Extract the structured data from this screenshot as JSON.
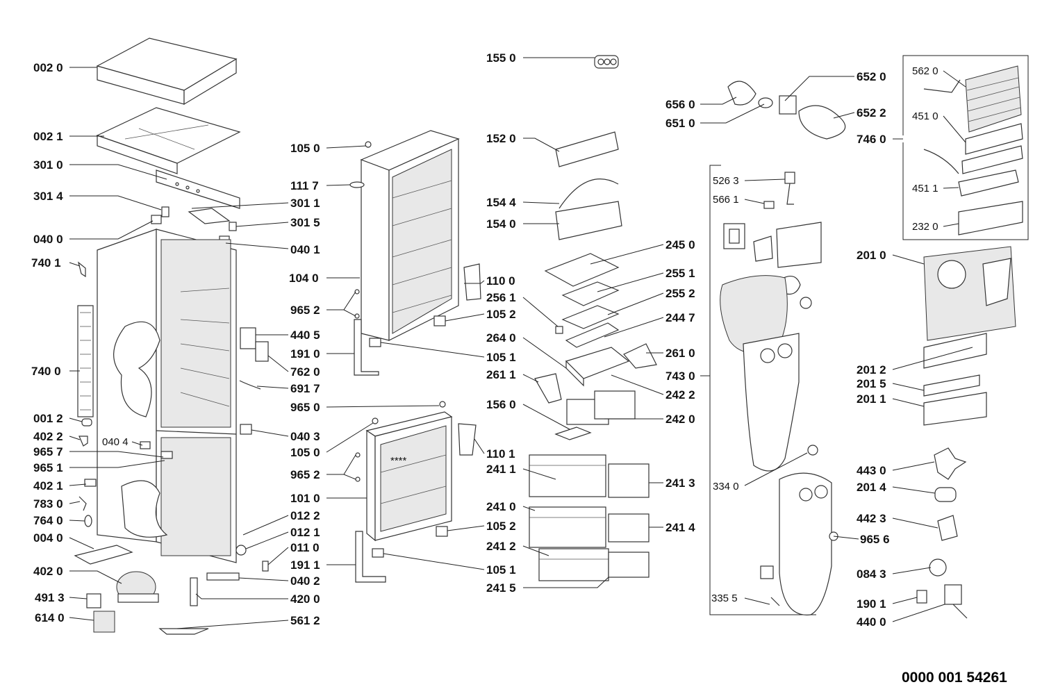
{
  "document_number": "0000 001 54261",
  "labels": [
    {
      "id": "p0020",
      "text": "002 0"
    },
    {
      "id": "p0021",
      "text": "002 1"
    },
    {
      "id": "p3010",
      "text": "301 0"
    },
    {
      "id": "p3014",
      "text": "301 4"
    },
    {
      "id": "p3011",
      "text": "301 1"
    },
    {
      "id": "p3015",
      "text": "301 5"
    },
    {
      "id": "p0400",
      "text": "040 0"
    },
    {
      "id": "p0401",
      "text": "040 1"
    },
    {
      "id": "p7401",
      "text": "740 1"
    },
    {
      "id": "p7400",
      "text": "740 0"
    },
    {
      "id": "p0012",
      "text": "001 2"
    },
    {
      "id": "p4022",
      "text": "402 2"
    },
    {
      "id": "p0404",
      "text": "040 4"
    },
    {
      "id": "p9657",
      "text": "965 7"
    },
    {
      "id": "p9651",
      "text": "965 1"
    },
    {
      "id": "p4021",
      "text": "402 1"
    },
    {
      "id": "p7830",
      "text": "783 0"
    },
    {
      "id": "p7640",
      "text": "764 0"
    },
    {
      "id": "p0040",
      "text": "004 0"
    },
    {
      "id": "p4020",
      "text": "402 0"
    },
    {
      "id": "p4913",
      "text": "491 3"
    },
    {
      "id": "p6140",
      "text": "614 0"
    },
    {
      "id": "p1050a",
      "text": "105 0"
    },
    {
      "id": "p1117",
      "text": "111 7"
    },
    {
      "id": "p1040",
      "text": "104 0"
    },
    {
      "id": "p9652a",
      "text": "965 2"
    },
    {
      "id": "p4405",
      "text": "440 5"
    },
    {
      "id": "p1910",
      "text": "191 0"
    },
    {
      "id": "p7620",
      "text": "762 0"
    },
    {
      "id": "p6917",
      "text": "691 7"
    },
    {
      "id": "p9650",
      "text": "965 0"
    },
    {
      "id": "p0403",
      "text": "040 3"
    },
    {
      "id": "p1050b",
      "text": "105 0"
    },
    {
      "id": "p9652b",
      "text": "965 2"
    },
    {
      "id": "p1010",
      "text": "101 0"
    },
    {
      "id": "p0122",
      "text": "012 2"
    },
    {
      "id": "p0121",
      "text": "012 1"
    },
    {
      "id": "p0110",
      "text": "011 0"
    },
    {
      "id": "p1911",
      "text": "191 1"
    },
    {
      "id": "p0402",
      "text": "040 2"
    },
    {
      "id": "p4200",
      "text": "420 0"
    },
    {
      "id": "p5612",
      "text": "561 2"
    },
    {
      "id": "p1100",
      "text": "110 0"
    },
    {
      "id": "p1052a",
      "text": "105 2"
    },
    {
      "id": "p1051a",
      "text": "105 1"
    },
    {
      "id": "p1101",
      "text": "110 1"
    },
    {
      "id": "p1052b",
      "text": "105 2"
    },
    {
      "id": "p1051b",
      "text": "105 1"
    },
    {
      "id": "p1550",
      "text": "155 0"
    },
    {
      "id": "p1520",
      "text": "152 0"
    },
    {
      "id": "p1544",
      "text": "154 4"
    },
    {
      "id": "p1540",
      "text": "154 0"
    },
    {
      "id": "p2450",
      "text": "245 0"
    },
    {
      "id": "p2551",
      "text": "255 1"
    },
    {
      "id": "p2561",
      "text": "256 1"
    },
    {
      "id": "p2552",
      "text": "255 2"
    },
    {
      "id": "p2447",
      "text": "244 7"
    },
    {
      "id": "p2640",
      "text": "264 0"
    },
    {
      "id": "p2610",
      "text": "261 0"
    },
    {
      "id": "p2611",
      "text": "261 1"
    },
    {
      "id": "p2422",
      "text": "242 2"
    },
    {
      "id": "p1560",
      "text": "156 0"
    },
    {
      "id": "p2420",
      "text": "242 0"
    },
    {
      "id": "p2411",
      "text": "241 1"
    },
    {
      "id": "p2413",
      "text": "241 3"
    },
    {
      "id": "p2410",
      "text": "241 0"
    },
    {
      "id": "p2414",
      "text": "241 4"
    },
    {
      "id": "p2412",
      "text": "241 2"
    },
    {
      "id": "p2415",
      "text": "241 5"
    },
    {
      "id": "p6560",
      "text": "656 0"
    },
    {
      "id": "p6510",
      "text": "651 0"
    },
    {
      "id": "p6520",
      "text": "652 0"
    },
    {
      "id": "p6522",
      "text": "652 2"
    },
    {
      "id": "p5263",
      "text": "526 3"
    },
    {
      "id": "p5661",
      "text": "566 1"
    },
    {
      "id": "p7430",
      "text": "743 0"
    },
    {
      "id": "p3340",
      "text": "334 0"
    },
    {
      "id": "p3355",
      "text": "335 5"
    },
    {
      "id": "p5620",
      "text": "562 0"
    },
    {
      "id": "p4510",
      "text": "451 0"
    },
    {
      "id": "p7460",
      "text": "746 0"
    },
    {
      "id": "p4511",
      "text": "451 1"
    },
    {
      "id": "p2320",
      "text": "232 0"
    },
    {
      "id": "p2010",
      "text": "201 0"
    },
    {
      "id": "p2012",
      "text": "201 2"
    },
    {
      "id": "p2015",
      "text": "201 5"
    },
    {
      "id": "p2011",
      "text": "201 1"
    },
    {
      "id": "p4430",
      "text": "443 0"
    },
    {
      "id": "p2014",
      "text": "201 4"
    },
    {
      "id": "p4423",
      "text": "442 3"
    },
    {
      "id": "p9656",
      "text": "965 6"
    },
    {
      "id": "p0843",
      "text": "084 3"
    },
    {
      "id": "p1901",
      "text": "190 1"
    },
    {
      "id": "p4400",
      "text": "440 0"
    }
  ]
}
